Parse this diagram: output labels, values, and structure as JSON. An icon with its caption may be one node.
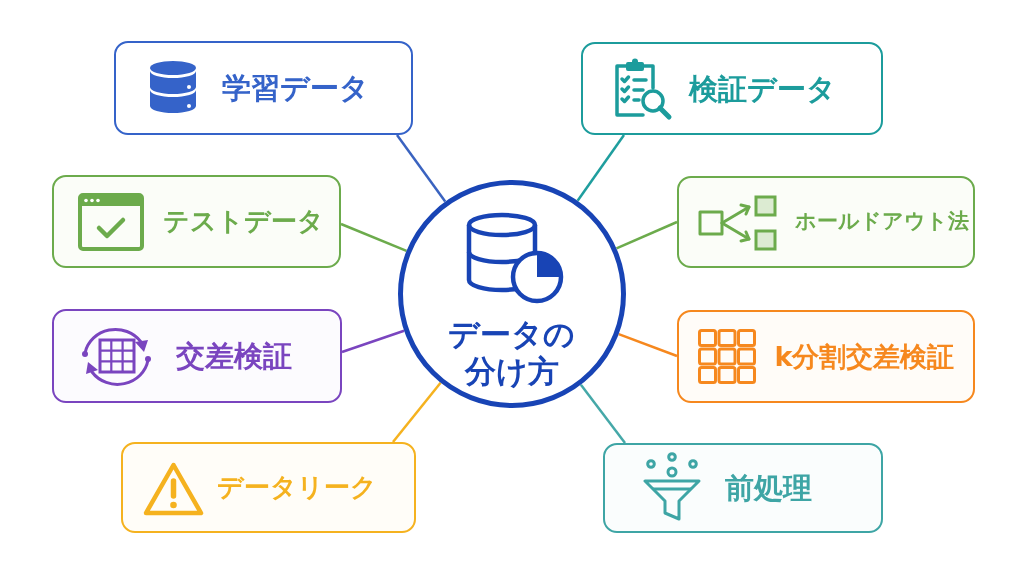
{
  "diagram": {
    "nodes": [
      {
        "text": [
          "データの分け方"
        ]
      },
      {
        "text": [
          "学習データ"
        ]
      },
      {
        "text": [
          "検証データ"
        ]
      },
      {
        "text": [
          "テストデータ"
        ]
      },
      {
        "text": [
          "ホールドアウト法"
        ]
      },
      {
        "text": [
          "交差検証"
        ]
      },
      {
        "text": [
          "k分割交差検証"
        ]
      },
      {
        "text": [
          "データリーク"
        ]
      },
      {
        "text": [
          "前処理"
        ]
      }
    ],
    "edges": [
      {
        "from": 0,
        "to": 1,
        "arrow": "none",
        "color": "#3a63c0"
      },
      {
        "from": 0,
        "to": 2,
        "arrow": "none",
        "color": "#1f9e9e"
      },
      {
        "from": 0,
        "to": 3,
        "arrow": "none",
        "color": "#6cab4c"
      },
      {
        "from": 0,
        "to": 4,
        "arrow": "none",
        "color": "#6cab4c"
      },
      {
        "from": 0,
        "to": 5,
        "arrow": "none",
        "color": "#7a45bf"
      },
      {
        "from": 0,
        "to": 6,
        "arrow": "none",
        "color": "#f6881e"
      },
      {
        "from": 0,
        "to": 7,
        "arrow": "none",
        "color": "#f5b21f"
      },
      {
        "from": 0,
        "to": 8,
        "arrow": "none",
        "color": "#45a8a8"
      }
    ]
  }
}
